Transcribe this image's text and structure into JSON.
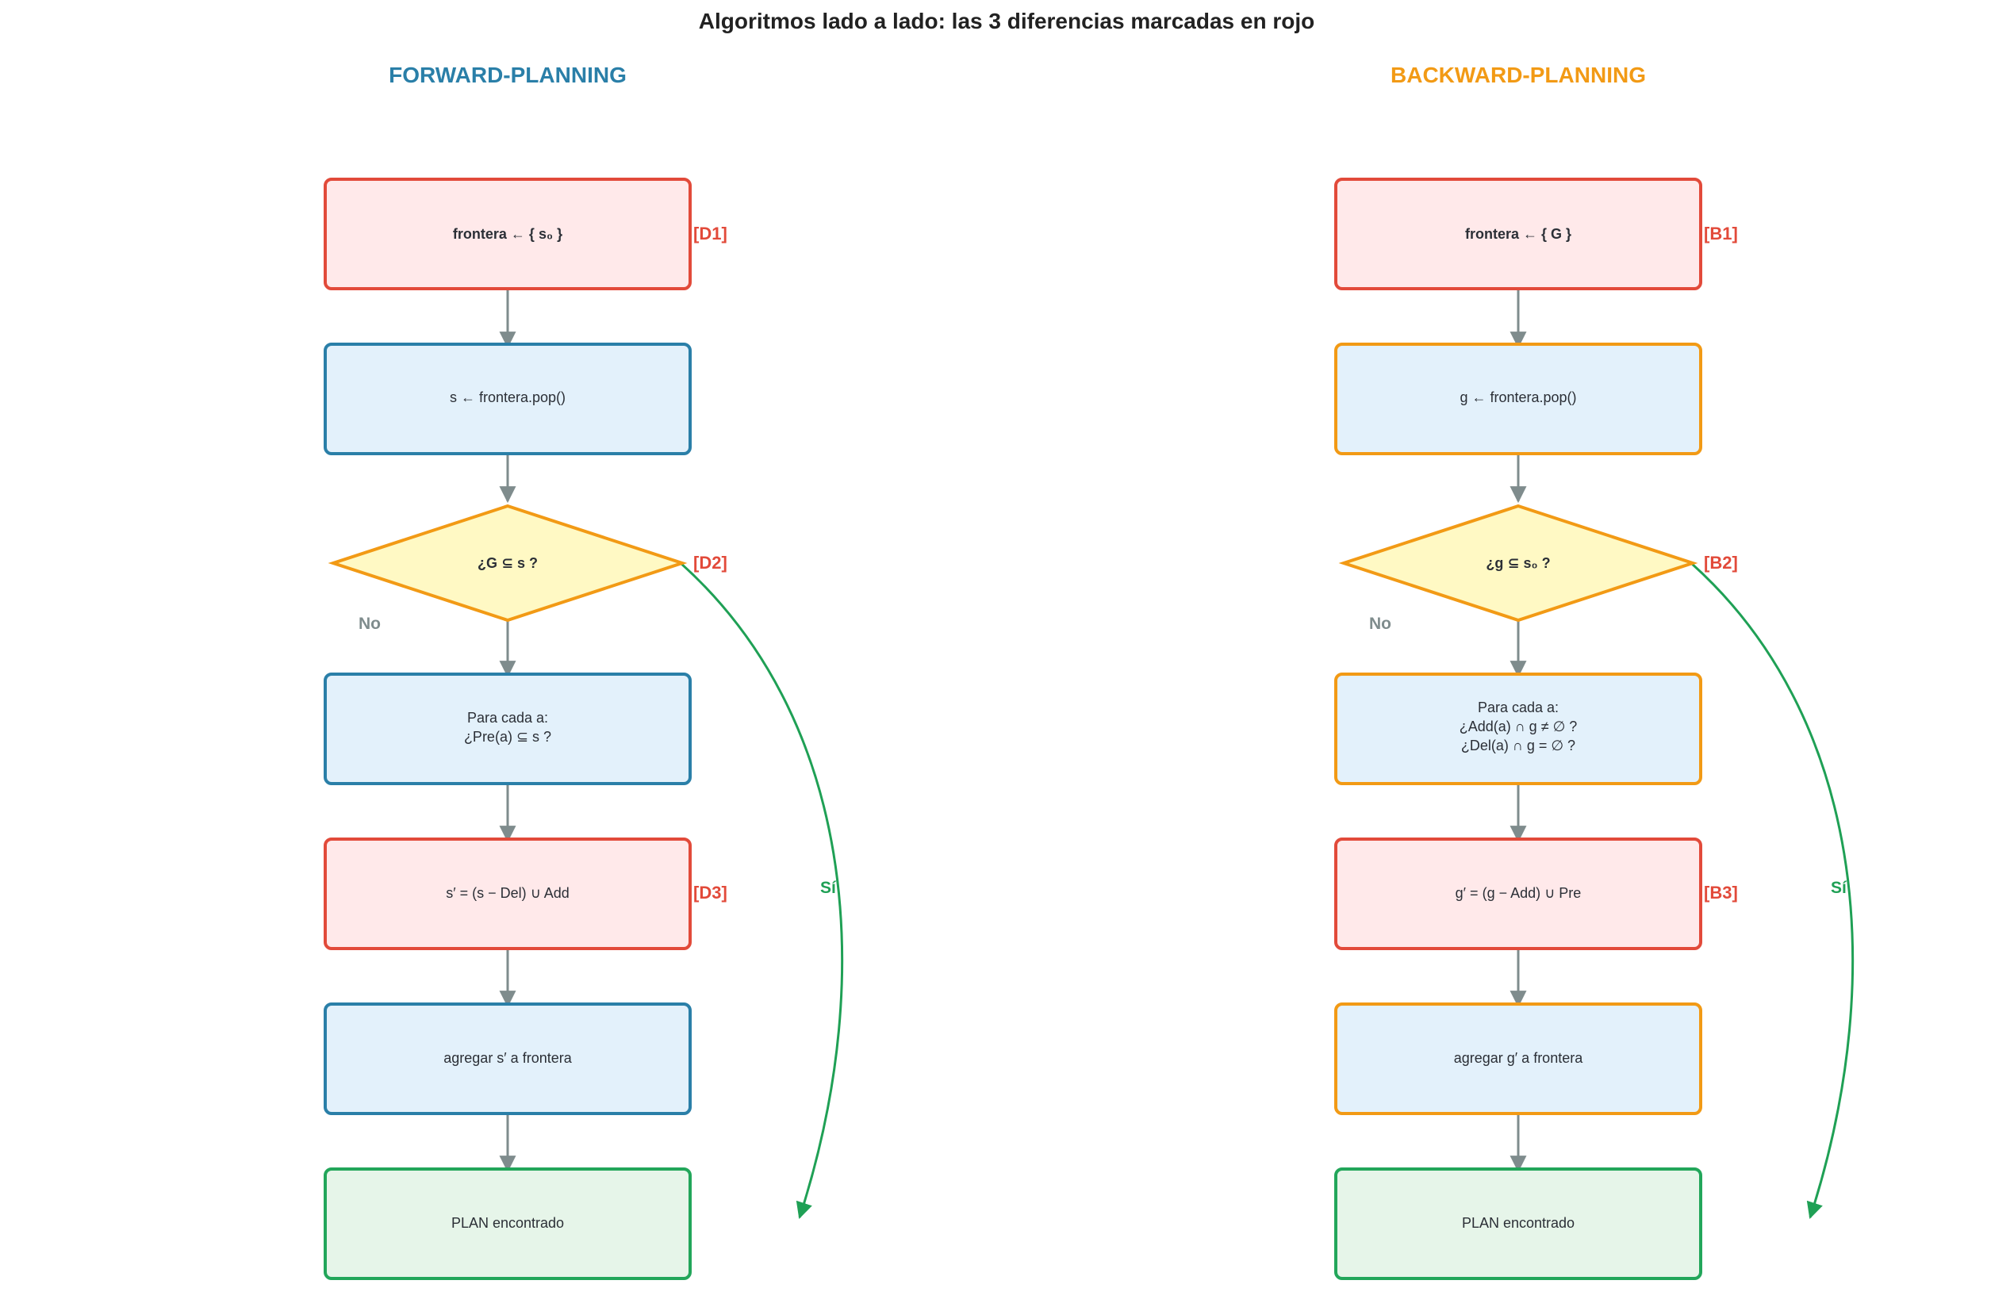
{
  "title": "Algoritmos lado a lado: las 3 diferencias marcadas en rojo",
  "colors": {
    "forward": "#2a7fa8",
    "backward": "#f29a15",
    "diff_red": "#e24a3a",
    "diff_fill": "#ffe9ea",
    "step_fill": "#e3f1fb",
    "decision_fill": "#fff9c4",
    "plan_green": "#22a65a",
    "plan_fill": "#e6f5e9",
    "arrow_gray": "#7f8c8d"
  },
  "forward": {
    "heading": "FORWARD-PLANNING",
    "steps": {
      "init": {
        "label": "frontera ← { s₀ }",
        "tag": "[D1]"
      },
      "pop": {
        "label": "s ← frontera.pop()"
      },
      "check": {
        "label": "¿G ⊆ s ?",
        "tag": "[D2]"
      },
      "foreach": {
        "lines": [
          "Para cada a:",
          "¿Pre(a)  ⊆ s ?"
        ]
      },
      "transition": {
        "label": "s′ = (s − Del) ∪ Add",
        "tag": "[D3]"
      },
      "add": {
        "label": "agregar s′ a frontera"
      },
      "plan": {
        "label": "PLAN encontrado"
      }
    },
    "no_label": "No",
    "yes_label": "Sí"
  },
  "backward": {
    "heading": "BACKWARD-PLANNING",
    "steps": {
      "init": {
        "label": "frontera ← { G }",
        "tag": "[B1]"
      },
      "pop": {
        "label": "g ← frontera.pop()"
      },
      "check": {
        "label": "¿g ⊆ s₀ ?",
        "tag": "[B2]"
      },
      "foreach": {
        "lines": [
          "Para cada a:",
          "¿Add(a) ∩ g ≠ ∅ ?",
          "¿Del(a) ∩ g = ∅ ?"
        ]
      },
      "transition": {
        "label": "g′ = (g − Add) ∪ Pre",
        "tag": "[B3]"
      },
      "add": {
        "label": "agregar g′ a frontera"
      },
      "plan": {
        "label": "PLAN encontrado"
      }
    },
    "no_label": "No",
    "yes_label": "Sí"
  }
}
